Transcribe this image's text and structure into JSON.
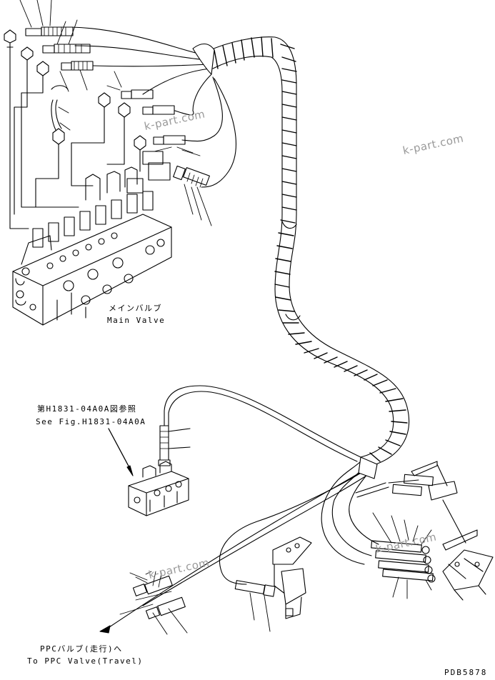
{
  "labels": {
    "main_valve_jp": "メインバルブ",
    "main_valve_en": "Main Valve",
    "see_fig_jp": "第H1831-04A0A図参照",
    "see_fig_en": "See Fig.H1831-04A0A",
    "ppc_valve_jp": "PPCバルブ(走行)へ",
    "ppc_valve_en": "To PPC Valve(Travel)"
  },
  "watermarks": [
    "k-part.com",
    "k-part.com",
    "k-part.com",
    "k-part.com"
  ],
  "drawing_code": "PDB5878"
}
